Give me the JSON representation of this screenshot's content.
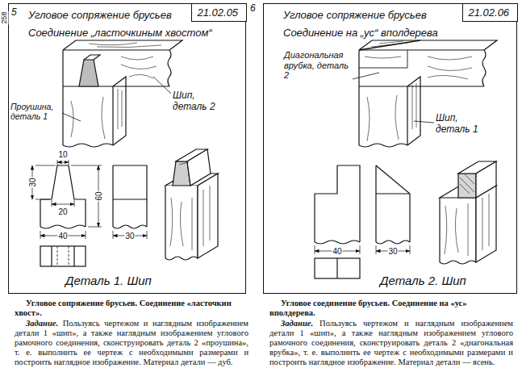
{
  "diagram": {
    "nodes": [
      {
        "text": [
          "Угловое сопряжение брусьев",
          "Соединение „ласточкиным хвостом“",
          "Деталь 1. Шип"
        ]
      },
      {
        "text": [
          "21.02.05"
        ],
        "in": 0
      },
      {
        "text": [
          "Угловое сопряжение брусьев",
          "Соединение на „ус“ вполдерева",
          "Деталь 2. Шип"
        ]
      },
      {
        "text": [
          "21.02.06"
        ],
        "in": 2
      }
    ],
    "labels": [
      "258",
      "5",
      "6",
      "Шип, деталь 2",
      "Проушина, деталь 1",
      "10",
      "30",
      "20",
      "60",
      "40",
      "30",
      "Диагональная врубка, деталь 2",
      "Шип, деталь 1",
      "40",
      "30",
      "Угловое сопряжение брусьев. Соединение «ласточкин хвост».",
      "Задание.",
      "Пользуясь чертежом и наглядным изображением детали 1 «шип», а также наглядным изображением углового рамочного соединения, сконструировать деталь 2 «проушина», т. е. выполнить ее чертеж с необходимыми размерами и построить наглядное изображение. Материал детали — дуб.",
      "Угловое соединение брусьев. Соединение на «ус» вполдерева.",
      "Задание.",
      "Пользуясь чертежом и наглядным изображением детали 1 «шип», а также наглядным изображением углового рамочного соединения, сконструировать деталь 2 «диагональная врубка», т. е. выполнить ее чертеж с необходимыми размерами и построить наглядное изображение. Материал детали — ясень."
    ]
  }
}
